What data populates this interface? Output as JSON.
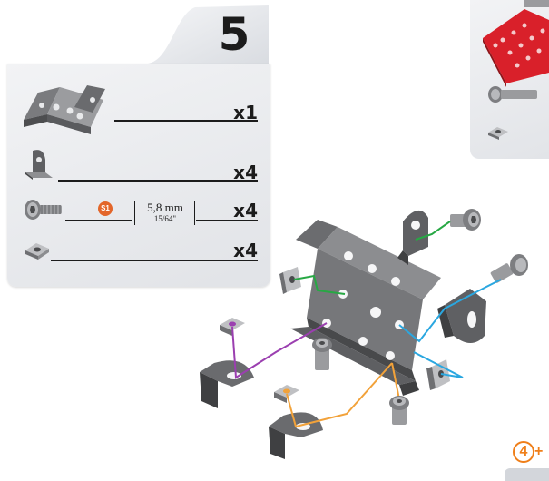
{
  "step": {
    "number": "5"
  },
  "parts": [
    {
      "name": "double-bracket",
      "qty": "x1"
    },
    {
      "name": "angle-bracket",
      "qty": "x4"
    },
    {
      "name": "screw",
      "qty": "x4",
      "badge": "S1",
      "size_mm": "5,8 mm",
      "size_in": "15/64\""
    },
    {
      "name": "nut",
      "qty": "x4"
    }
  ],
  "next_step": {
    "number": "4",
    "suffix": "+"
  },
  "colors": {
    "panel": "#e6e8eb",
    "metal": "#6e6e70",
    "accent_orange": "#ef7f1a",
    "guide_green": "#27a844",
    "guide_blue": "#2aa7e0",
    "guide_purple": "#9b3fb0",
    "guide_orange": "#f2a23a",
    "red_plate": "#d9202a"
  }
}
